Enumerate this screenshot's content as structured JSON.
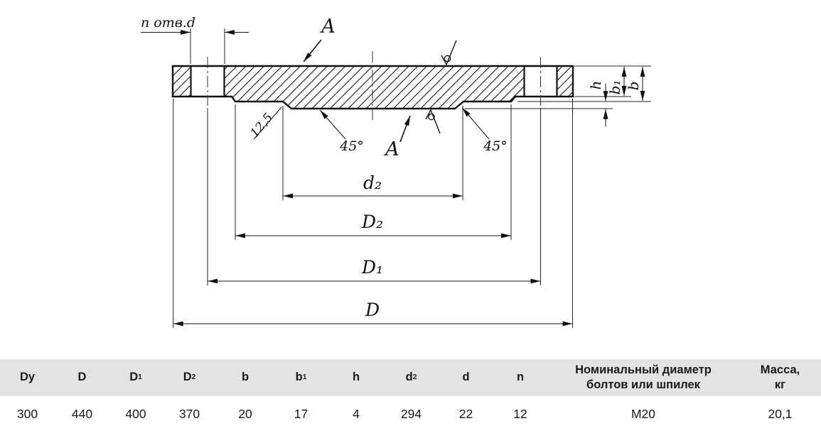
{
  "drawing": {
    "annotations": {
      "holes_note": "n отв.d",
      "section_label": "A",
      "roughness_value": "12,5",
      "chamfer_angle_left": "45°",
      "chamfer_angle_right": "45°"
    },
    "dim_labels": {
      "d2": "d₂",
      "D2": "D₂",
      "D1": "D₁",
      "D": "D",
      "h": "h",
      "b1": "b₁",
      "b": "b"
    }
  },
  "table": {
    "header_bg": "#e3e3e3",
    "headers": [
      {
        "text": "Dy"
      },
      {
        "text": "D"
      },
      {
        "text": "D",
        "sub": "1"
      },
      {
        "text": "D",
        "sub": "2"
      },
      {
        "text": "b"
      },
      {
        "text": "b",
        "sub": "1"
      },
      {
        "text": "h"
      },
      {
        "text": "d",
        "sub": "2"
      },
      {
        "text": "d"
      },
      {
        "text": "n"
      },
      {
        "text": "Номинальный диаметр\nболтов или шпилек"
      },
      {
        "text": "Масса,\nкг"
      }
    ],
    "values": [
      "300",
      "440",
      "400",
      "370",
      "20",
      "17",
      "4",
      "294",
      "22",
      "12",
      "M20",
      "20,1"
    ]
  }
}
